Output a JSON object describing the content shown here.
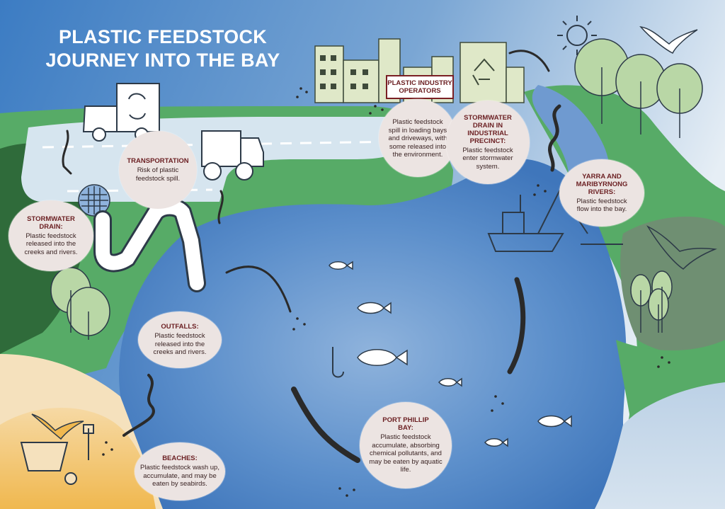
{
  "title": {
    "line1": "PLASTIC FEEDSTOCK",
    "line2": "JOURNEY INTO THE BAY"
  },
  "industry_label": "PLASTIC INDUSTRY OPERATORS",
  "callouts": {
    "transportation": {
      "heading": "TRANSPORTATION",
      "body": "Risk of plastic feedstock spill."
    },
    "operators": {
      "body": "Plastic feedstock spill in loading bays and driveways, with some released into the environment."
    },
    "stormwater_industrial": {
      "heading": "STORMWATER DRAIN IN INDUSTRIAL PRECINCT:",
      "body": "Plastic feedstock enter stormwater system."
    },
    "yarra": {
      "heading": "YARRA AND MARIBYRNONG RIVERS:",
      "body": "Plastic feedstock flow into the bay."
    },
    "stormwater_drain": {
      "heading": "STORMWATER DRAIN:",
      "body": "Plastic feedstock released into the creeks and rivers."
    },
    "outfalls": {
      "heading": "OUTFALLS:",
      "body": "Plastic feedstock released into the creeks and rivers."
    },
    "port_phillip": {
      "heading": "PORT PHILLIP BAY:",
      "body": "Plastic feedstock accumulate, absorbing chemical pollutants, and may be eaten by aquatic life."
    },
    "beaches": {
      "heading": "BEACHES:",
      "body": "Plastic feedstock wash up, accumulate, and may be eaten by seabirds."
    }
  },
  "colors": {
    "sky_left": "#3f7ec4",
    "sky_right": "#cfe0ee",
    "land_green": "#5aaf6a",
    "dark_green": "#2f6b3a",
    "bay_blue": "#4f83c3",
    "road": "#d7e6f0",
    "sand": "#f2bd5a",
    "bubble": "#ece4e2",
    "heading_red": "#6b1f22",
    "building": "#dfe8c8"
  }
}
